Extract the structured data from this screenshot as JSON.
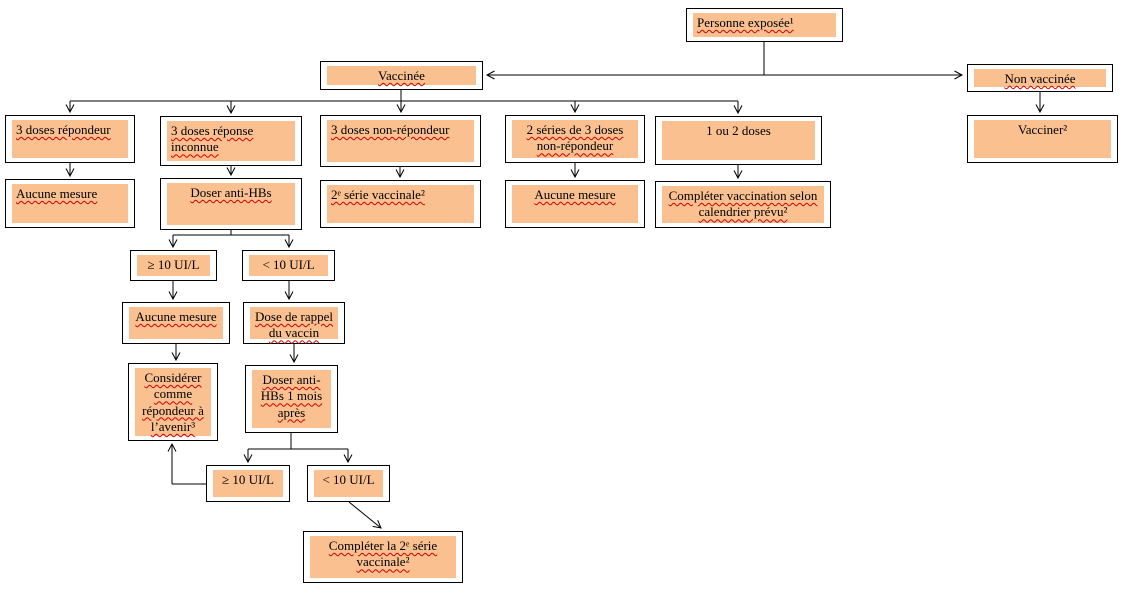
{
  "colors": {
    "highlight": "#FAC090",
    "border": "#000000",
    "text": "#000000",
    "spellcheck_underline": "#CC0000",
    "background": "#FFFFFF"
  },
  "nodes": {
    "root": {
      "label": "Personne exposée¹"
    },
    "vaccinated": {
      "label": "Vaccinée"
    },
    "not_vaccinated": {
      "label": "Non vaccinée"
    },
    "doses3_responder": {
      "label": "3 doses répondeur"
    },
    "doses3_unknown": {
      "label": "3 doses réponse inconnue"
    },
    "doses3_nonresponder": {
      "label": "3 doses non-répondeur"
    },
    "series2_nonresponder": {
      "label": "2 séries de 3 doses non-répondeur"
    },
    "doses_1or2": {
      "label": "1 ou 2 doses"
    },
    "vaccinate": {
      "label": "Vacciner²"
    },
    "no_action_1": {
      "label": "Aucune mesure"
    },
    "test_antihbs": {
      "label": "Doser anti-HBs"
    },
    "second_series": {
      "label": "2ᵉ série vaccinale²"
    },
    "no_action_2": {
      "label": "Aucune mesure"
    },
    "complete_schedule": {
      "label": "Compléter vaccination selon calendrier prévu²"
    },
    "ge10_a": {
      "label": "≥ 10 UI/L"
    },
    "lt10_a": {
      "label": "< 10 UI/L"
    },
    "no_action_3": {
      "label": "Aucune mesure"
    },
    "booster_dose": {
      "label": "Dose de rappel du vaccin"
    },
    "consider_responder": {
      "label": "Considérer comme répondeur à l’avenir³"
    },
    "test_antihbs_1month": {
      "label": "Doser anti-HBs 1 mois après"
    },
    "ge10_b": {
      "label": "≥ 10 UI/L"
    },
    "lt10_b": {
      "label": "< 10 UI/L"
    },
    "complete_second_series": {
      "label": "Compléter la 2ᵉ série vaccinale²"
    }
  },
  "edges": [
    {
      "from": "root",
      "to": "vaccinated"
    },
    {
      "from": "root",
      "to": "not_vaccinated"
    },
    {
      "from": "vaccinated",
      "to": "doses3_responder"
    },
    {
      "from": "vaccinated",
      "to": "doses3_unknown"
    },
    {
      "from": "vaccinated",
      "to": "doses3_nonresponder"
    },
    {
      "from": "vaccinated",
      "to": "series2_nonresponder"
    },
    {
      "from": "vaccinated",
      "to": "doses_1or2"
    },
    {
      "from": "not_vaccinated",
      "to": "vaccinate"
    },
    {
      "from": "doses3_responder",
      "to": "no_action_1"
    },
    {
      "from": "doses3_unknown",
      "to": "test_antihbs"
    },
    {
      "from": "doses3_nonresponder",
      "to": "second_series"
    },
    {
      "from": "series2_nonresponder",
      "to": "no_action_2"
    },
    {
      "from": "doses_1or2",
      "to": "complete_schedule"
    },
    {
      "from": "test_antihbs",
      "to": "ge10_a"
    },
    {
      "from": "test_antihbs",
      "to": "lt10_a"
    },
    {
      "from": "ge10_a",
      "to": "no_action_3"
    },
    {
      "from": "lt10_a",
      "to": "booster_dose"
    },
    {
      "from": "no_action_3",
      "to": "consider_responder"
    },
    {
      "from": "booster_dose",
      "to": "test_antihbs_1month"
    },
    {
      "from": "test_antihbs_1month",
      "to": "ge10_b"
    },
    {
      "from": "test_antihbs_1month",
      "to": "lt10_b"
    },
    {
      "from": "ge10_b",
      "to": "consider_responder"
    },
    {
      "from": "lt10_b",
      "to": "complete_second_series"
    }
  ]
}
